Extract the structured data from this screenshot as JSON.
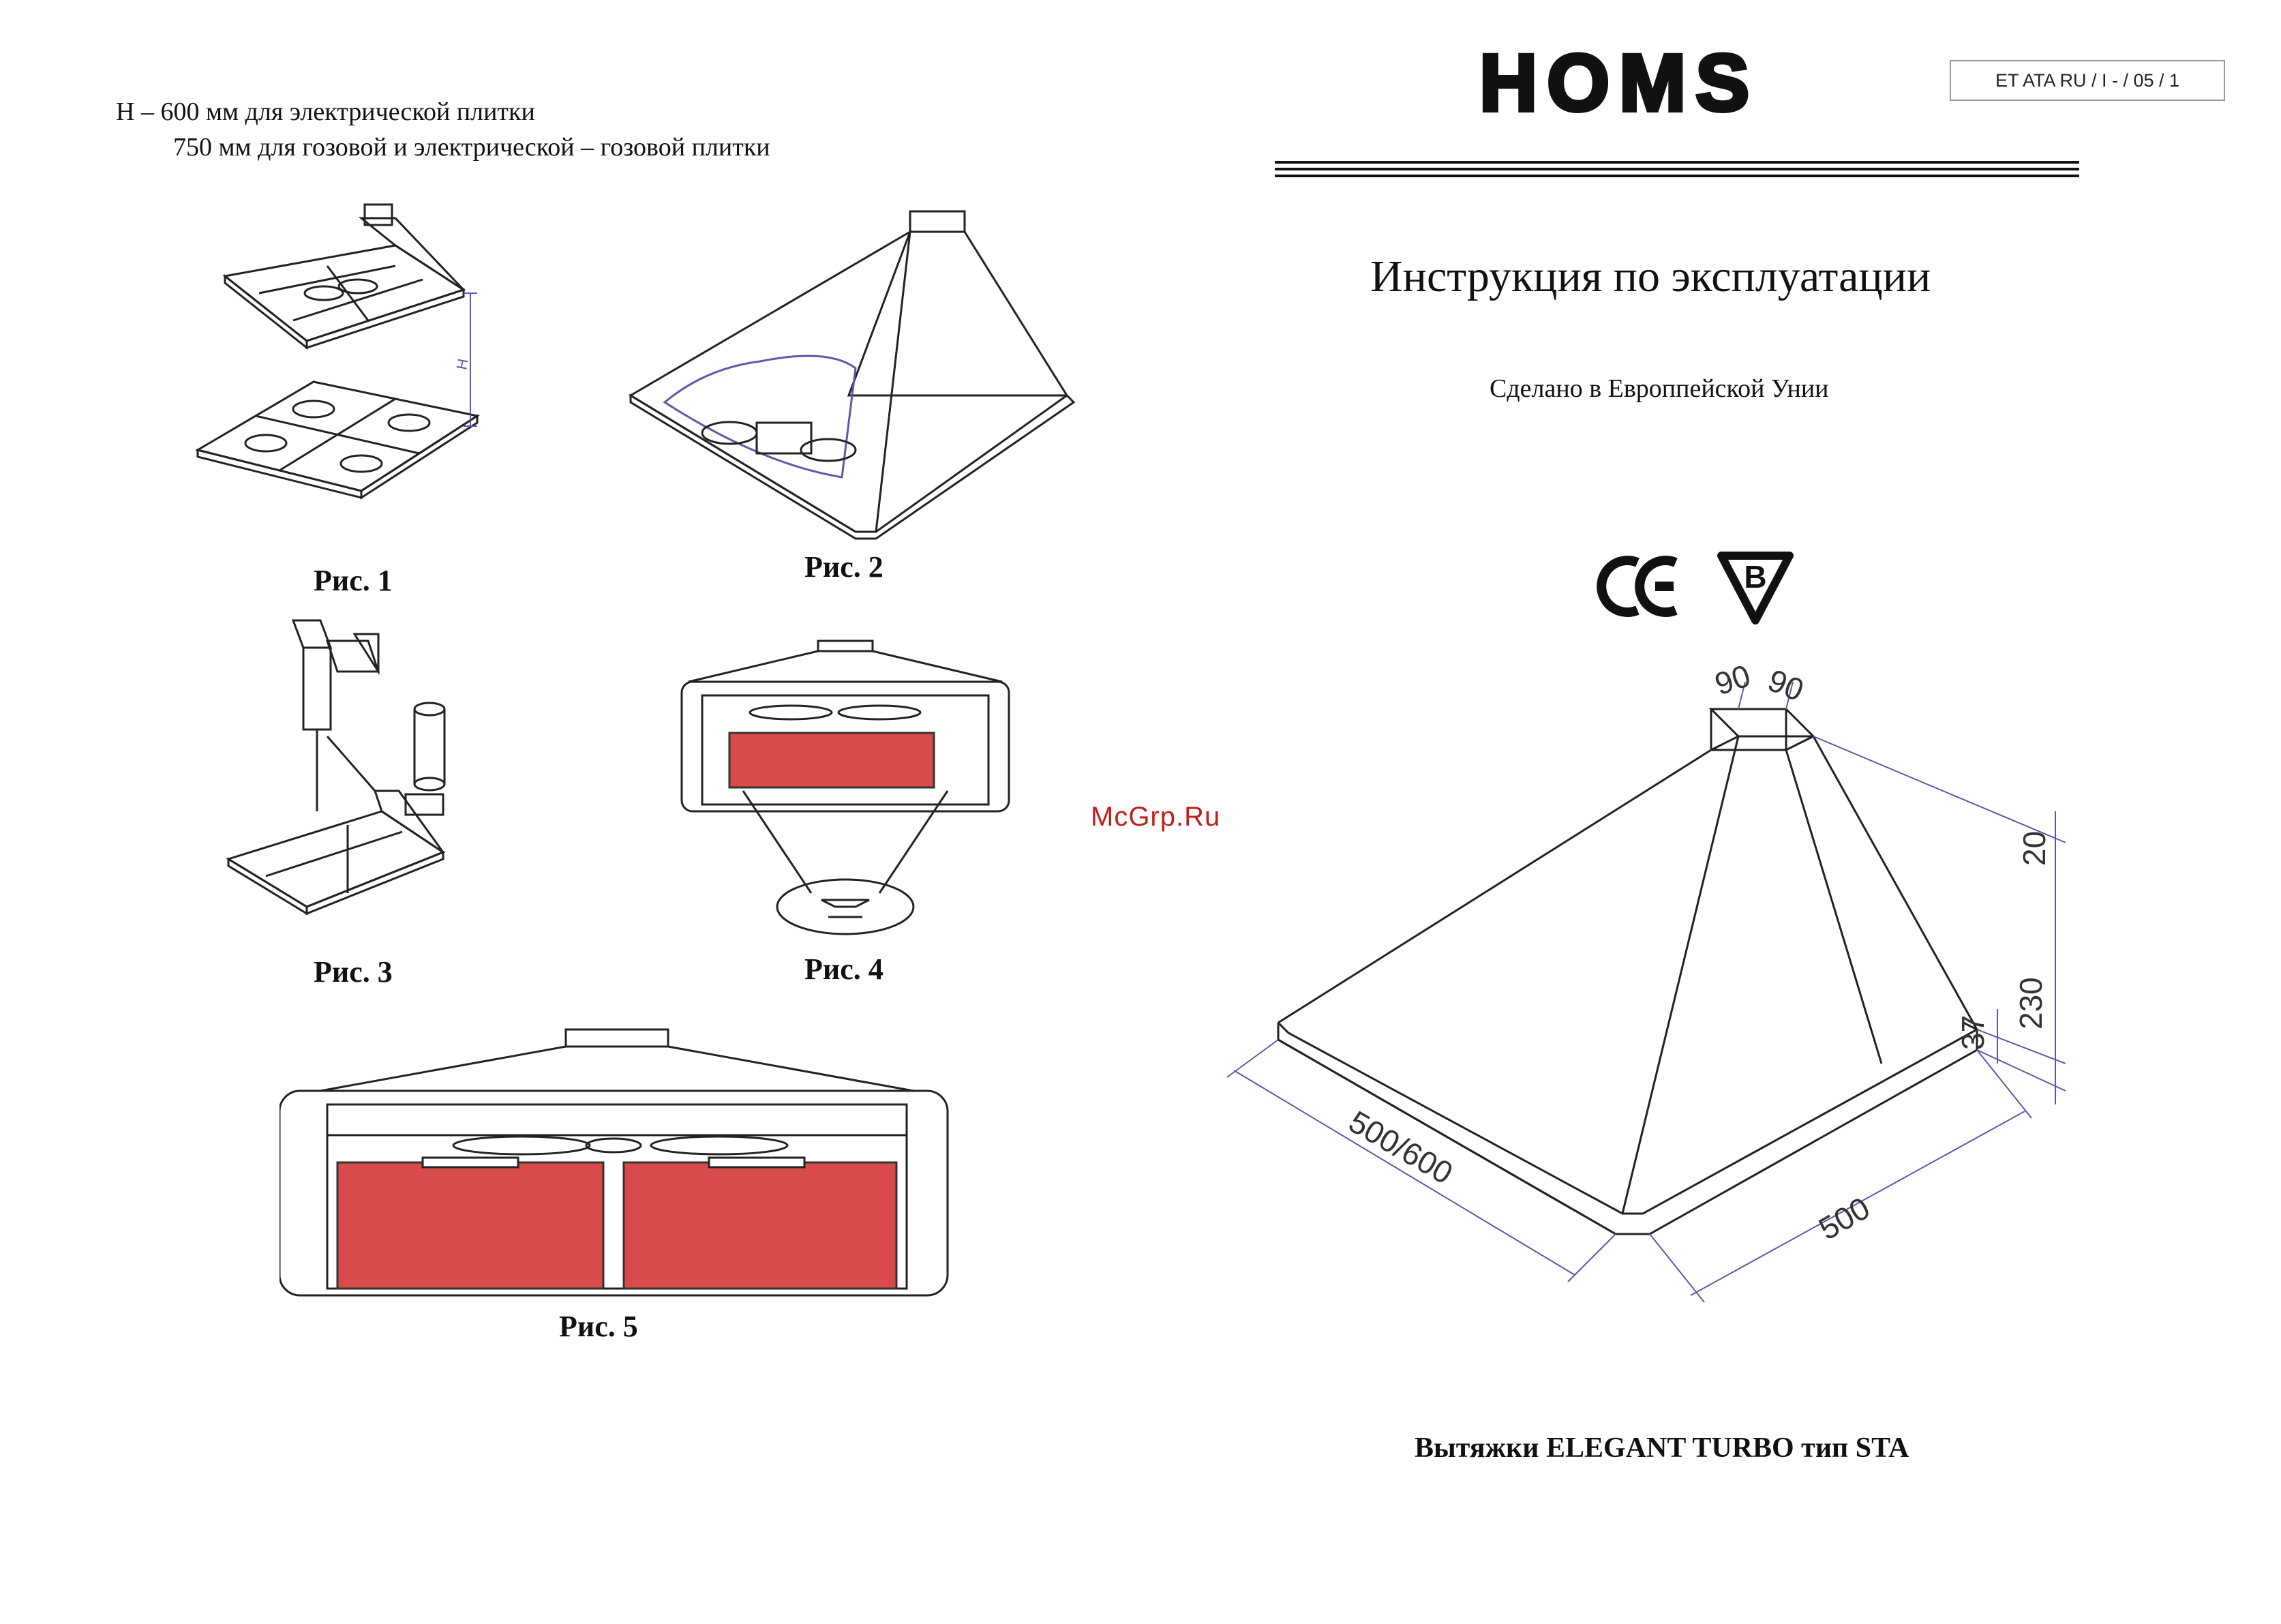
{
  "height_note": {
    "line1": "H – 600 мм для электрической плитки",
    "line2": "750 мм для гозовой и электрической – гозовой плитки"
  },
  "figures": {
    "fig1": "Рис. 1",
    "fig2": "Рис. 2",
    "fig3": "Рис. 3",
    "fig4": "Рис. 4",
    "fig5": "Рис. 5",
    "fig1_dim_label": "H"
  },
  "header": {
    "brand": "HOMS",
    "doc_id": "ET ATA RU / I - / 05 / 1"
  },
  "cover": {
    "title": "Инструкция  по эксплуатации",
    "made_in": "Сделано в Европпейской Унии",
    "marks": [
      "CE",
      "B"
    ],
    "product": "Вытяжки  ELEGANT TURBO тип STA"
  },
  "dimensions": {
    "duct_top": "90",
    "duct_side": "90",
    "height_top": "20",
    "height_total": "230",
    "height_rim": "37",
    "width_front": "500/600",
    "depth": "500"
  },
  "watermark": "McGrp.Ru",
  "colors": {
    "filter_red": "#d94b4b",
    "dimension_lines": "#5a5aa8",
    "watermark": "#c0201a"
  }
}
